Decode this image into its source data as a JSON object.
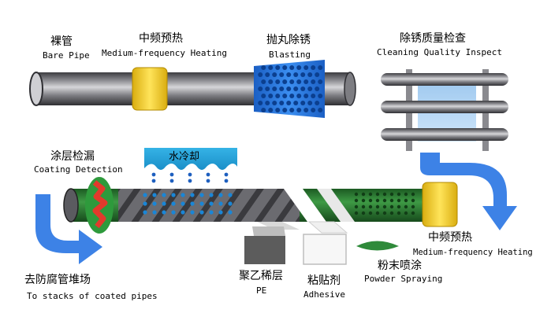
{
  "labels": {
    "bare_pipe": {
      "zh": "裸管",
      "en": "Bare Pipe"
    },
    "heating_1": {
      "zh": "中频预热",
      "en": "Medium-frequency Heating"
    },
    "blasting": {
      "zh": "抛丸除锈",
      "en": "Blasting"
    },
    "inspect": {
      "zh": "除锈质量检查",
      "en": "Cleaning Quality Inspect"
    },
    "coating_detection": {
      "zh": "涂层检漏",
      "en": "Coating Detection"
    },
    "water_cooling": {
      "zh": "水冷却"
    },
    "heating_2": {
      "zh": "中频预热",
      "en": "Medium-frequency Heating"
    },
    "stacks": {
      "zh": "去防腐管堆场",
      "en": "To stacks of coated pipes"
    },
    "pe": {
      "zh": "聚乙稀层",
      "en": "PE"
    },
    "adhesive": {
      "zh": "粘贴剂",
      "en": "Adhesive"
    },
    "powder": {
      "zh": "粉末喷涂",
      "en": "Powder Spraying"
    }
  },
  "colors": {
    "pipe": "#7d7d82",
    "heater": "#f6d332",
    "blast": "#1f6fd6",
    "arrow": "#3d82e6",
    "coating_green": "#2f7d34",
    "detector_red": "#e23a2c",
    "pe_gray": "#5c5c5c",
    "water_box": "#2aa7dc"
  }
}
